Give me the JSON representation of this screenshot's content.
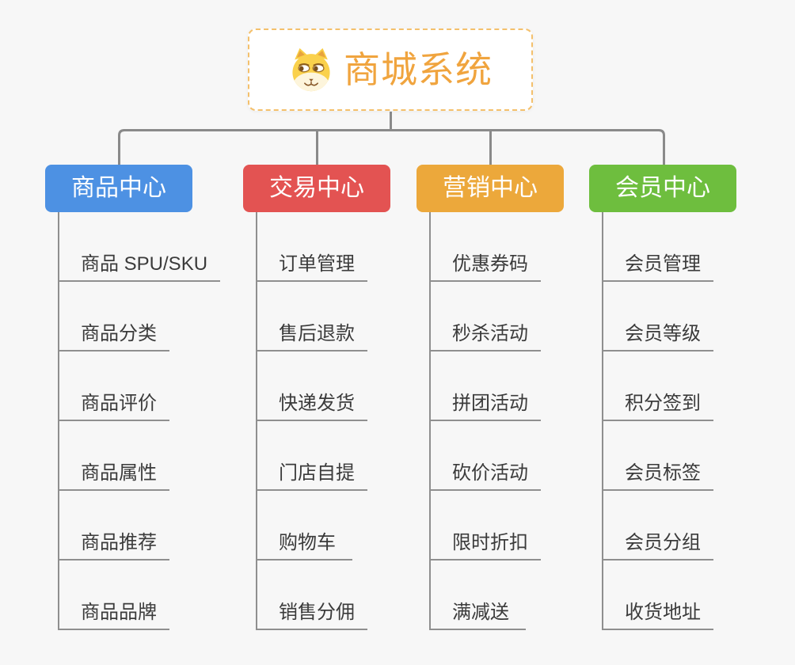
{
  "root": {
    "title": "商城系统",
    "icon": "dog-face-icon",
    "accent_color": "#f0a43e",
    "border_color": "#f4c06c"
  },
  "branches": [
    {
      "label": "商品中心",
      "color": "#4d91e3",
      "children": [
        "商品 SPU/SKU",
        "商品分类",
        "商品评价",
        "商品属性",
        "商品推荐",
        "商品品牌"
      ]
    },
    {
      "label": "交易中心",
      "color": "#e35352",
      "children": [
        "订单管理",
        "售后退款",
        "快递发货",
        "门店自提",
        "购物车",
        "销售分佣"
      ]
    },
    {
      "label": "营销中心",
      "color": "#eca83b",
      "children": [
        "优惠券码",
        "秒杀活动",
        "拼团活动",
        "砍价活动",
        "限时折扣",
        "满减送"
      ]
    },
    {
      "label": "会员中心",
      "color": "#6ebe3e",
      "children": [
        "会员管理",
        "会员等级",
        "积分签到",
        "会员标签",
        "会员分组",
        "收货地址"
      ]
    }
  ],
  "connector_color": "#8a8a8a",
  "background_color": "#f7f7f7"
}
